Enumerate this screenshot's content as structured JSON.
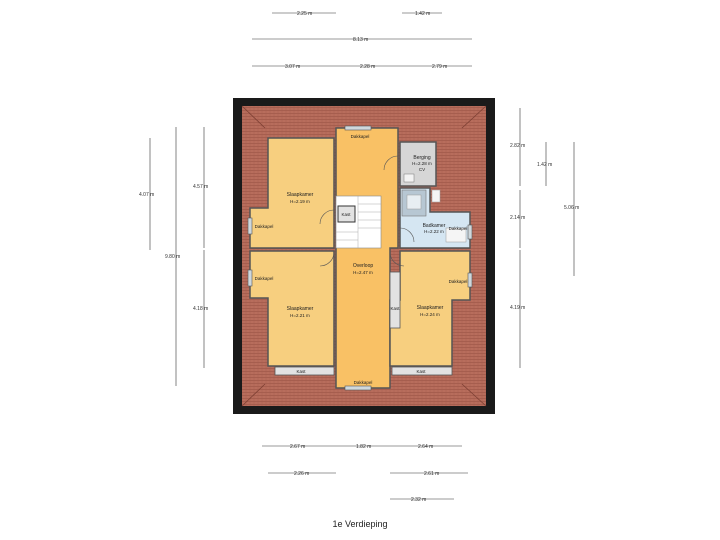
{
  "title": "1e Verdieping",
  "dimensions_top": {
    "row1": [
      "2.25 m",
      "1.42 m"
    ],
    "row2": [
      "8.13 m"
    ],
    "row3": [
      "3.07 m",
      "2.28 m",
      "2.79 m"
    ]
  },
  "dimensions_bottom": {
    "row1": [
      "2.67 m",
      "1.82 m",
      "2.64 m"
    ],
    "row2": [
      "2.26 m",
      "2.61 m"
    ],
    "row3": [
      "2.32 m"
    ]
  },
  "dimensions_left": [
    "4.07 m",
    "9.80 m",
    "4.57 m",
    "4.18 m"
  ],
  "dimensions_right": [
    "2.82 m",
    "1.42 m",
    "5.06 m",
    "2.14 m",
    "4.19 m"
  ],
  "rooms": {
    "bedroom_top_left": {
      "name": "Slaapkamer",
      "height": "H=2.19 m"
    },
    "bedroom_bottom_left": {
      "name": "Slaapkamer",
      "height": "H=2.21 m"
    },
    "bedroom_right": {
      "name": "Slaapkamer",
      "height": "H=2.24 m"
    },
    "landing": {
      "name": "Overloop",
      "height": "H=2.47 m"
    },
    "storage": {
      "name": "Berging",
      "height": "H=2.28 m",
      "extra": "CV"
    },
    "bathroom": {
      "name": "Badkamer",
      "height": "H=2.22 m"
    }
  },
  "labels": {
    "dakkapel_top": "Dakkapel",
    "dakkapel_bottom": "Dakkapel",
    "dakkapel_left_1": "Dakkapel",
    "dakkapel_left_2": "Dakkapel",
    "dakkapel_right_1": "Dakkapel",
    "dakkapel_right_2": "Dakkapel",
    "kast_center": "Kast",
    "kast_right": "Kast",
    "kast_bottom_left": "Kast",
    "kast_bottom_right": "Kast"
  },
  "colors": {
    "roof": "#b86d5c",
    "wall": "#1a1a1a",
    "room_fill": "#f7cf7f",
    "landing_fill": "#f9c165",
    "bath_fill": "#d5e6f2",
    "storage_fill": "#d6d6d6"
  }
}
